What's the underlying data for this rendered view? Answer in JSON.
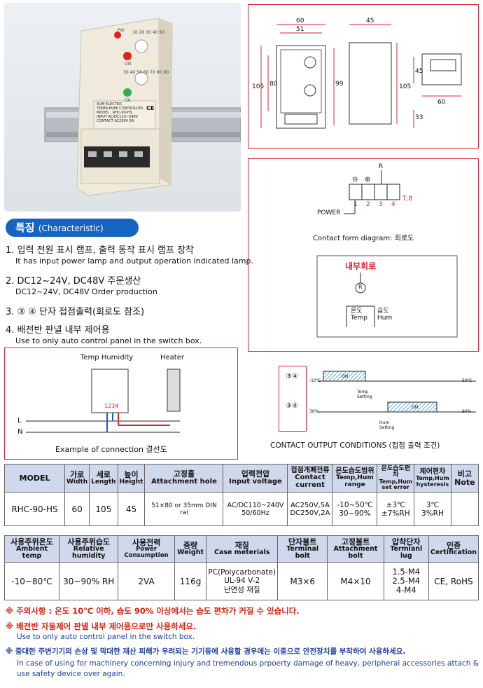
{
  "photo": {
    "label_brand": "RUM ELECTRIC",
    "label_title": "TEMP&HUMI CONTROLLER",
    "label_model": "MODEL : RHC-90-HS",
    "label_input": "INPUT",
    "label_input_value": "AC/DC110~240V",
    "label_contact": "CONTACT",
    "label_contact_value": "AC250V 5A",
    "ce_mark": "CE",
    "lamp_pw": "PW",
    "lamp_on": "ON",
    "lamp_ok": "OK",
    "temp_dial": [
      "10",
      "20",
      "30",
      "40",
      "50"
    ],
    "hum_dial": [
      "30",
      "40",
      "50",
      "60",
      "70",
      "80",
      "90"
    ],
    "colors": {
      "lamp_red": "#e02020",
      "lamp_green": "#2bb24c",
      "body": "#efeadb"
    }
  },
  "dimensions": {
    "front": {
      "width_outer": "60",
      "width_inner": "51",
      "height_outer": "105",
      "height_mid": "99",
      "height_inner": "80"
    },
    "side": {
      "depth": "45",
      "height": "105",
      "height_inner": "45",
      "base": "60",
      "offset": "33"
    }
  },
  "contact_form": {
    "terminal_label": "T,B",
    "terminals": [
      "1",
      "2",
      "3",
      "4"
    ],
    "symbols": [
      "⊖",
      "⊕"
    ],
    "relay": "R",
    "power": "POWER",
    "caption": "Contact form diagram: 회로도"
  },
  "internal_circuit": {
    "title": "내부회로",
    "relay": "R",
    "temp_label_ko": "온도",
    "temp_label_en": "Temp",
    "hum_label_ko": "습도",
    "hum_label_en": "Hum"
  },
  "characteristic": {
    "title_ko": "특징",
    "title_en": "(Characteristic)",
    "items": [
      {
        "ko": "1. 입력 전원 표시 램프, 출력 동작 표시 램프 장착",
        "en": "It has input power lamp and output operation indicated lamp."
      },
      {
        "ko": "2. DC12~24V, DC48V 주문생산",
        "en": "DC12~24V, DC48V Order production"
      },
      {
        "ko": "3. ③ ④ 단자 접점출력(회로도 참조)",
        "en": ""
      },
      {
        "ko": "4. 배전반 판넬 내부 제어용",
        "en": "Use to only auto control panel in the switch box."
      }
    ]
  },
  "connection": {
    "label_temp_humidity": "Temp Humidity",
    "label_heater": "Heater",
    "terminals": "1234",
    "line_l": "L",
    "line_n": "N",
    "caption": "Example of connection 결선도"
  },
  "output_conditions": {
    "row1_label": "③④",
    "row2_label": "③④",
    "row1_left": "-10℃",
    "row1_right": "50℃",
    "row1_on": "ON",
    "row1_setting": "Temp Setting",
    "row2_left": "30%",
    "row2_right": "90%",
    "row2_on": "ON",
    "row2_setting": "Hum Setting",
    "caption": "CONTACT OUTPUT CONDITIONS (접점 출력 조건)"
  },
  "spec_table1": {
    "headers": [
      {
        "ko": "MODEL",
        "en": ""
      },
      {
        "ko": "가로",
        "en": "Width"
      },
      {
        "ko": "세로",
        "en": "Length"
      },
      {
        "ko": "높이",
        "en": "Height"
      },
      {
        "ko": "고정홀",
        "en": "Attachment hole"
      },
      {
        "ko": "입력전압",
        "en": "Input voltage"
      },
      {
        "ko": "접점개폐전류",
        "en": "Contact current"
      },
      {
        "ko": "온도습도범위",
        "en": "Temp,Hum range"
      },
      {
        "ko": "온도습도편차",
        "en": "Temp,Hum set error"
      },
      {
        "ko": "제어편차",
        "en": "Temp,Hum hysteresis"
      },
      {
        "ko": "비고",
        "en": "Note"
      }
    ],
    "row": [
      "RHC-90-HS",
      "60",
      "105",
      "45",
      "51×80 or 35mm DIN rai",
      "AC/DC110~240V\n50/60Hz",
      "AC250V,5A\nDC250V,2A",
      "-10~50℃\n30~90%",
      "±3℃\n±7%RH",
      "3℃\n3%RH",
      ""
    ]
  },
  "spec_table2": {
    "headers": [
      {
        "ko": "사용주위온도",
        "en": "Ambient temp"
      },
      {
        "ko": "사용주위습도",
        "en": "Relative humidity"
      },
      {
        "ko": "사용전력",
        "en": "Power Consumption"
      },
      {
        "ko": "중량",
        "en": "Weight"
      },
      {
        "ko": "재질",
        "en": "Case meterials"
      },
      {
        "ko": "단자볼트",
        "en": "Terminal bolt"
      },
      {
        "ko": "고정볼트",
        "en": "Attachment bolt"
      },
      {
        "ko": "압착단자",
        "en": "Termianl lug"
      },
      {
        "ko": "인증",
        "en": "Certification"
      }
    ],
    "row": [
      "-10~80℃",
      "30~90% RH",
      "2VA",
      "116g",
      "PC(Polycarbonate)\nUL-94 V-2\n난연성 재질",
      "M3×6",
      "M4×10",
      "1.5-M4\n2.5-M4\n4-M4",
      "CE, RoHS"
    ]
  },
  "notes": [
    {
      "ko": "※ 주의사항 : 온도 10℃ 이하, 습도 90% 이상에서는 습도 편차가 커질 수 있습니다.",
      "en": ""
    },
    {
      "ko": "※ 배전반 자동제어 판넬 내부 제어용으로만 사용하세요.",
      "en": "Use to only auto control panel in the switch box."
    },
    {
      "ko": "※ 중대한 주변기기의 손상 및 막대한 재산 피해가 우려되는 기기등에 사용할 경우에는 이중으로 안전장치를 부착하여 사용하세요.",
      "en": "In case of using for machinery concerning injury and tremendous prpoerty damage of heavy, peripheral accessories attach & use safety device over again."
    }
  ]
}
